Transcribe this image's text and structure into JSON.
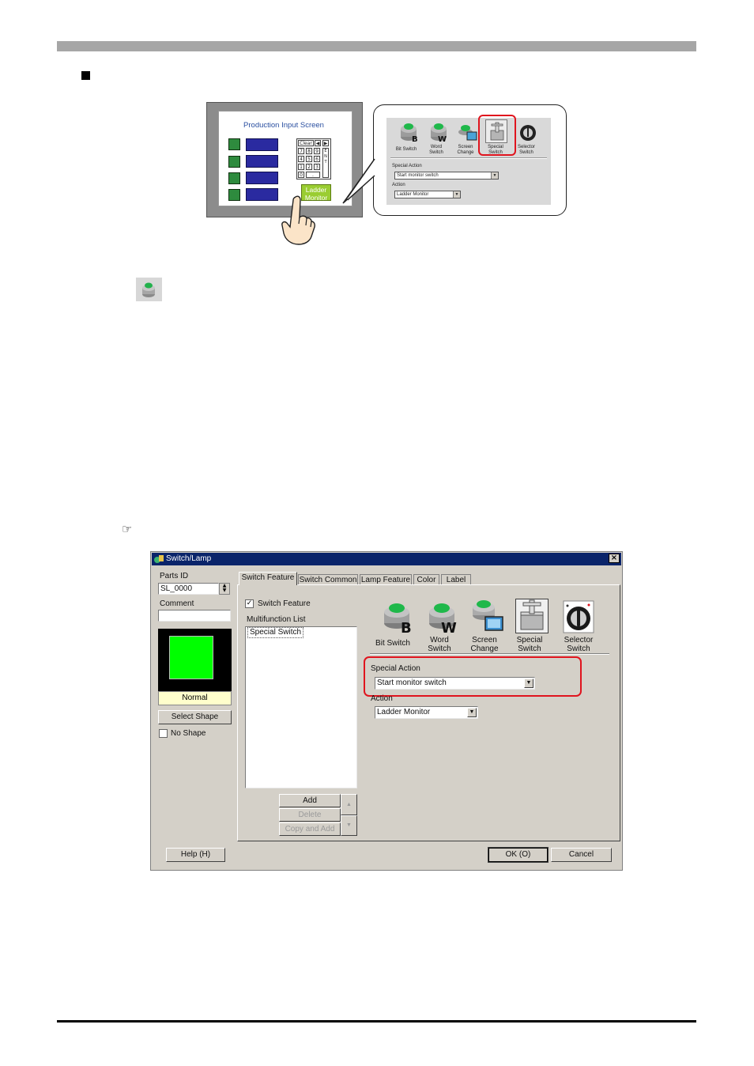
{
  "illustration": {
    "screen_title": "Production Input Screen",
    "keypad_keys": [
      "Clear",
      "◀",
      "▶",
      "7",
      "8",
      "9",
      "4",
      "5",
      "6",
      "1",
      "2",
      "3",
      "0",
      ".",
      "ENT"
    ],
    "ladder_button": "Ladder\nMonitor",
    "mini_switches": [
      "Bit Switch",
      "Word\nSwitch",
      "Screen\nChange",
      "Special\nSwitch",
      "Selector\nSwitch"
    ],
    "mini_special_action_label": "Special Action",
    "mini_special_action_value": "Start monitor switch",
    "mini_action_label": "Action",
    "mini_action_value": "Ladder Monitor",
    "highlight_color": "#e0141e"
  },
  "dialog": {
    "title": "Switch/Lamp",
    "close": "×",
    "parts_id_label": "Parts ID",
    "parts_id_value": "SL_0000",
    "comment_label": "Comment",
    "comment_value": "",
    "shape_state": "Normal",
    "select_shape_button": "Select Shape",
    "no_shape_label": "No Shape",
    "tabs": [
      "Switch Feature",
      "Switch Common",
      "Lamp Feature",
      "Color",
      "Label"
    ],
    "switch_feature_label": "Switch Feature",
    "switch_feature_checked": "✓",
    "multifunction_label": "Multifunction List",
    "multifunction_items": [
      "Special Switch"
    ],
    "add_button": "Add",
    "delete_button": "Delete",
    "copy_add_button": "Copy and Add",
    "switch_types": [
      "Bit Switch",
      "Word\nSwitch",
      "Screen\nChange",
      "Special\nSwitch",
      "Selector\nSwitch"
    ],
    "special_action_label": "Special Action",
    "special_action_value": "Start monitor switch",
    "action_label": "Action",
    "action_value": "Ladder Monitor",
    "help_button": "Help (H)",
    "ok_button": "OK (O)",
    "cancel_button": "Cancel",
    "highlight_color": "#e0141e"
  }
}
